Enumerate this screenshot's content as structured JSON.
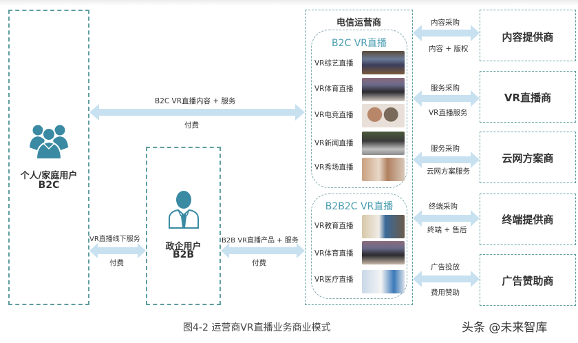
{
  "diagram": {
    "caption": "图4-2 运营商VR直播业务商业模式",
    "watermark": "头条 @未来智库",
    "colors": {
      "accent": "#3a8aa3",
      "arrow": "#c8e1f0",
      "dash": "#5f9ea0",
      "title_teal": "#4a9db0"
    }
  },
  "users": {
    "consumer": {
      "title": "个人/家庭用户",
      "code": "B2C",
      "icon": "people-group-icon"
    },
    "enterprise": {
      "title": "政企用户",
      "code": "B2B",
      "icon": "business-person-icon"
    }
  },
  "operator": {
    "title": "电信运营商",
    "b2c_group": {
      "title": "B2C VR直播",
      "items": [
        {
          "label": "VR综艺直播",
          "image": "variety-show-thumbnail"
        },
        {
          "label": "VR体育直播",
          "image": "sports-thumbnail"
        },
        {
          "label": "VR电竞直播",
          "image": "esports-thumbnail"
        },
        {
          "label": "VR新闻直播",
          "image": "news-thumbnail"
        },
        {
          "label": "VR秀场直播",
          "image": "show-thumbnail"
        }
      ]
    },
    "b2b2c_group": {
      "title": "B2B2C VR直播",
      "items": [
        {
          "label": "VR教育直播",
          "image": "education-thumbnail"
        },
        {
          "label": "VR体育直播",
          "image": "sports-thumbnail"
        },
        {
          "label": "VR医疗直播",
          "image": "medical-thumbnail"
        }
      ]
    }
  },
  "flows": {
    "consumer_operator": {
      "top": "B2C VR直播内容 + 服务",
      "bottom": "付费"
    },
    "consumer_enterprise": {
      "top": "VR直播线下服务",
      "bottom": "付费"
    },
    "enterprise_operator": {
      "top": "B2B VR直播产品 + 服务",
      "bottom": "付费"
    }
  },
  "providers": [
    {
      "name": "内容提供商",
      "top": "内容采购",
      "bottom": "内容 + 版权"
    },
    {
      "name": "VR直播商",
      "top": "服务采购",
      "bottom": "VR直播服务"
    },
    {
      "name": "云网方案商",
      "top": "服务采购",
      "bottom": "云网方案服务"
    },
    {
      "name": "终端提供商",
      "top": "终端采购",
      "bottom": "终端 + 售后"
    },
    {
      "name": "广告赞助商",
      "top": "广告投放",
      "bottom": "费用赞助"
    }
  ]
}
